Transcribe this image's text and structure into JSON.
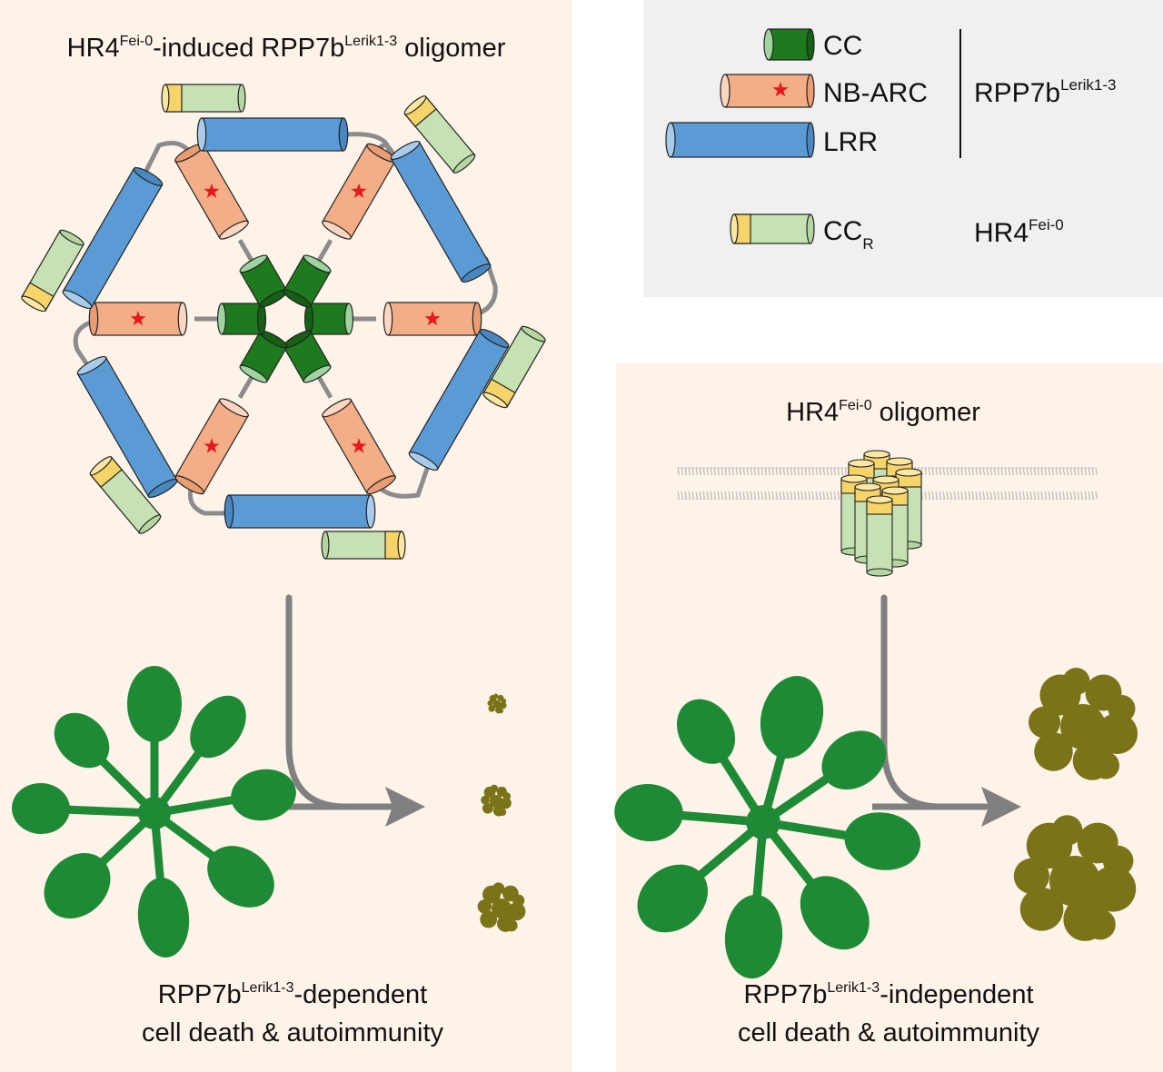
{
  "left_panel": {
    "title_prefix": "HR4",
    "title_sup1": "Fei-0",
    "title_mid": "-induced RPP7b",
    "title_sup2": "Lerik1-3",
    "title_suffix": " oligomer",
    "caption_line1_prefix": "RPP7b",
    "caption_line1_sup": "Lerik1-3",
    "caption_line1_suffix": "-dependent",
    "caption_line2": "cell death & autoimmunity"
  },
  "right_panel": {
    "title_prefix": "HR4",
    "title_sup": "Fei-0",
    "title_suffix": " oligomer",
    "caption_line1_prefix": "RPP7b",
    "caption_line1_sup": "Lerik1-3",
    "caption_line1_suffix": "-independent",
    "caption_line2": "cell death & autoimmunity"
  },
  "legend": {
    "cc": "CC",
    "nbarc": "NB-ARC",
    "lrr": "LRR",
    "group1_prefix": "RPP7b",
    "group1_sup": "Lerik1-3",
    "ccr_main": "CC",
    "ccr_sub": "R",
    "group2_prefix": "HR4",
    "group2_sup": "Fei-0"
  },
  "colors": {
    "cc": "#1e7a1e",
    "nbarc": "#f3ae88",
    "lrr": "#5b9bd5",
    "ccr": "#c6e2b4",
    "ccr_cap": "#f6d46a",
    "star": "#e5191c",
    "linker": "#8c8c8c",
    "plant_healthy": "#1e8a36",
    "plant_dead": "#7a7318",
    "arrow": "#808080"
  }
}
